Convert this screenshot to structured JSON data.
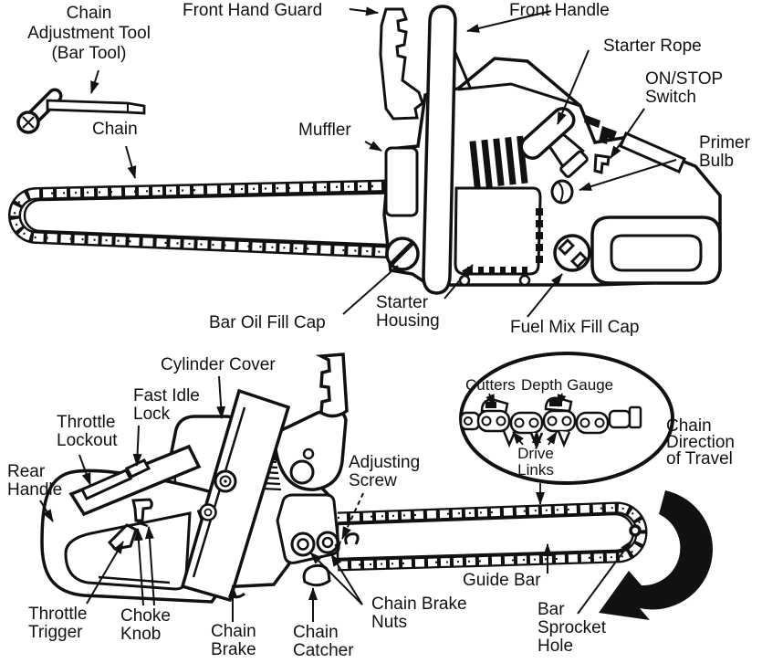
{
  "diagram_title": "Chainsaw parts diagram",
  "colors": {
    "ink": "#111111",
    "background": "#ffffff"
  },
  "labels": {
    "bar_tool": "Chain\nAdjustment Tool\n(Bar Tool)",
    "front_hand_guard": "Front Hand Guard",
    "front_handle": "Front Handle",
    "starter_rope": "Starter Rope",
    "on_stop_switch": "ON/STOP\nSwitch",
    "primer_bulb": "Primer\nBulb",
    "muffler": "Muffler",
    "chain": "Chain",
    "bar_oil_fill_cap": "Bar Oil Fill Cap",
    "starter_housing": "Starter\nHousing",
    "fuel_mix_fill_cap": "Fuel Mix Fill Cap",
    "cylinder_cover": "Cylinder Cover",
    "fast_idle_lock": "Fast Idle\nLock",
    "throttle_lockout": "Throttle\nLockout",
    "rear_handle": "Rear\nHandle",
    "adjusting_screw": "Adjusting\nScrew",
    "cutters": "Cutters",
    "depth_gauge": "Depth Gauge",
    "drive_links": "Drive\nLinks",
    "chain_direction": "Chain\nDirection\nof Travel",
    "guide_bar": "Guide Bar",
    "bar_sprocket_hole": "Bar\nSprocket\nHole",
    "chain_brake_nuts": "Chain Brake\nNuts",
    "chain_catcher": "Chain\nCatcher",
    "chain_brake": "Chain\nBrake",
    "throttle_trigger": "Throttle\nTrigger",
    "choke_knob": "Choke\nKnob"
  }
}
